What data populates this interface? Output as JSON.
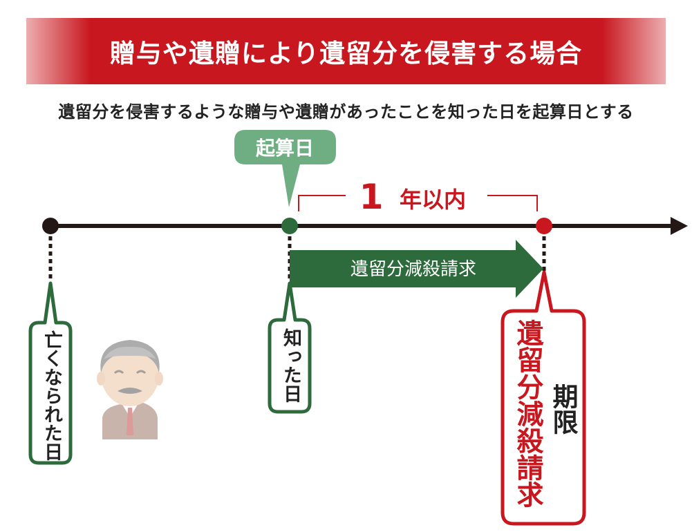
{
  "header": {
    "title": "贈与や遺贈により遺留分を侵害する場合"
  },
  "subtitle": "遺留分を侵害するような贈与や遺贈があったことを知った日を起算日とする",
  "timeline": {
    "start_label": "起算日",
    "period_number": "1",
    "period_unit": "年以内",
    "arrow_label": "遺留分減殺請求",
    "death_label": "亡くなられた日",
    "knew_label": "知った日",
    "deadline_label_red": "遺留分減殺請求",
    "deadline_label_black": "期限"
  },
  "colors": {
    "red": "#c8171e",
    "green": "#2e6b3c",
    "callout_green": "#6fae83",
    "line": "#231815"
  }
}
